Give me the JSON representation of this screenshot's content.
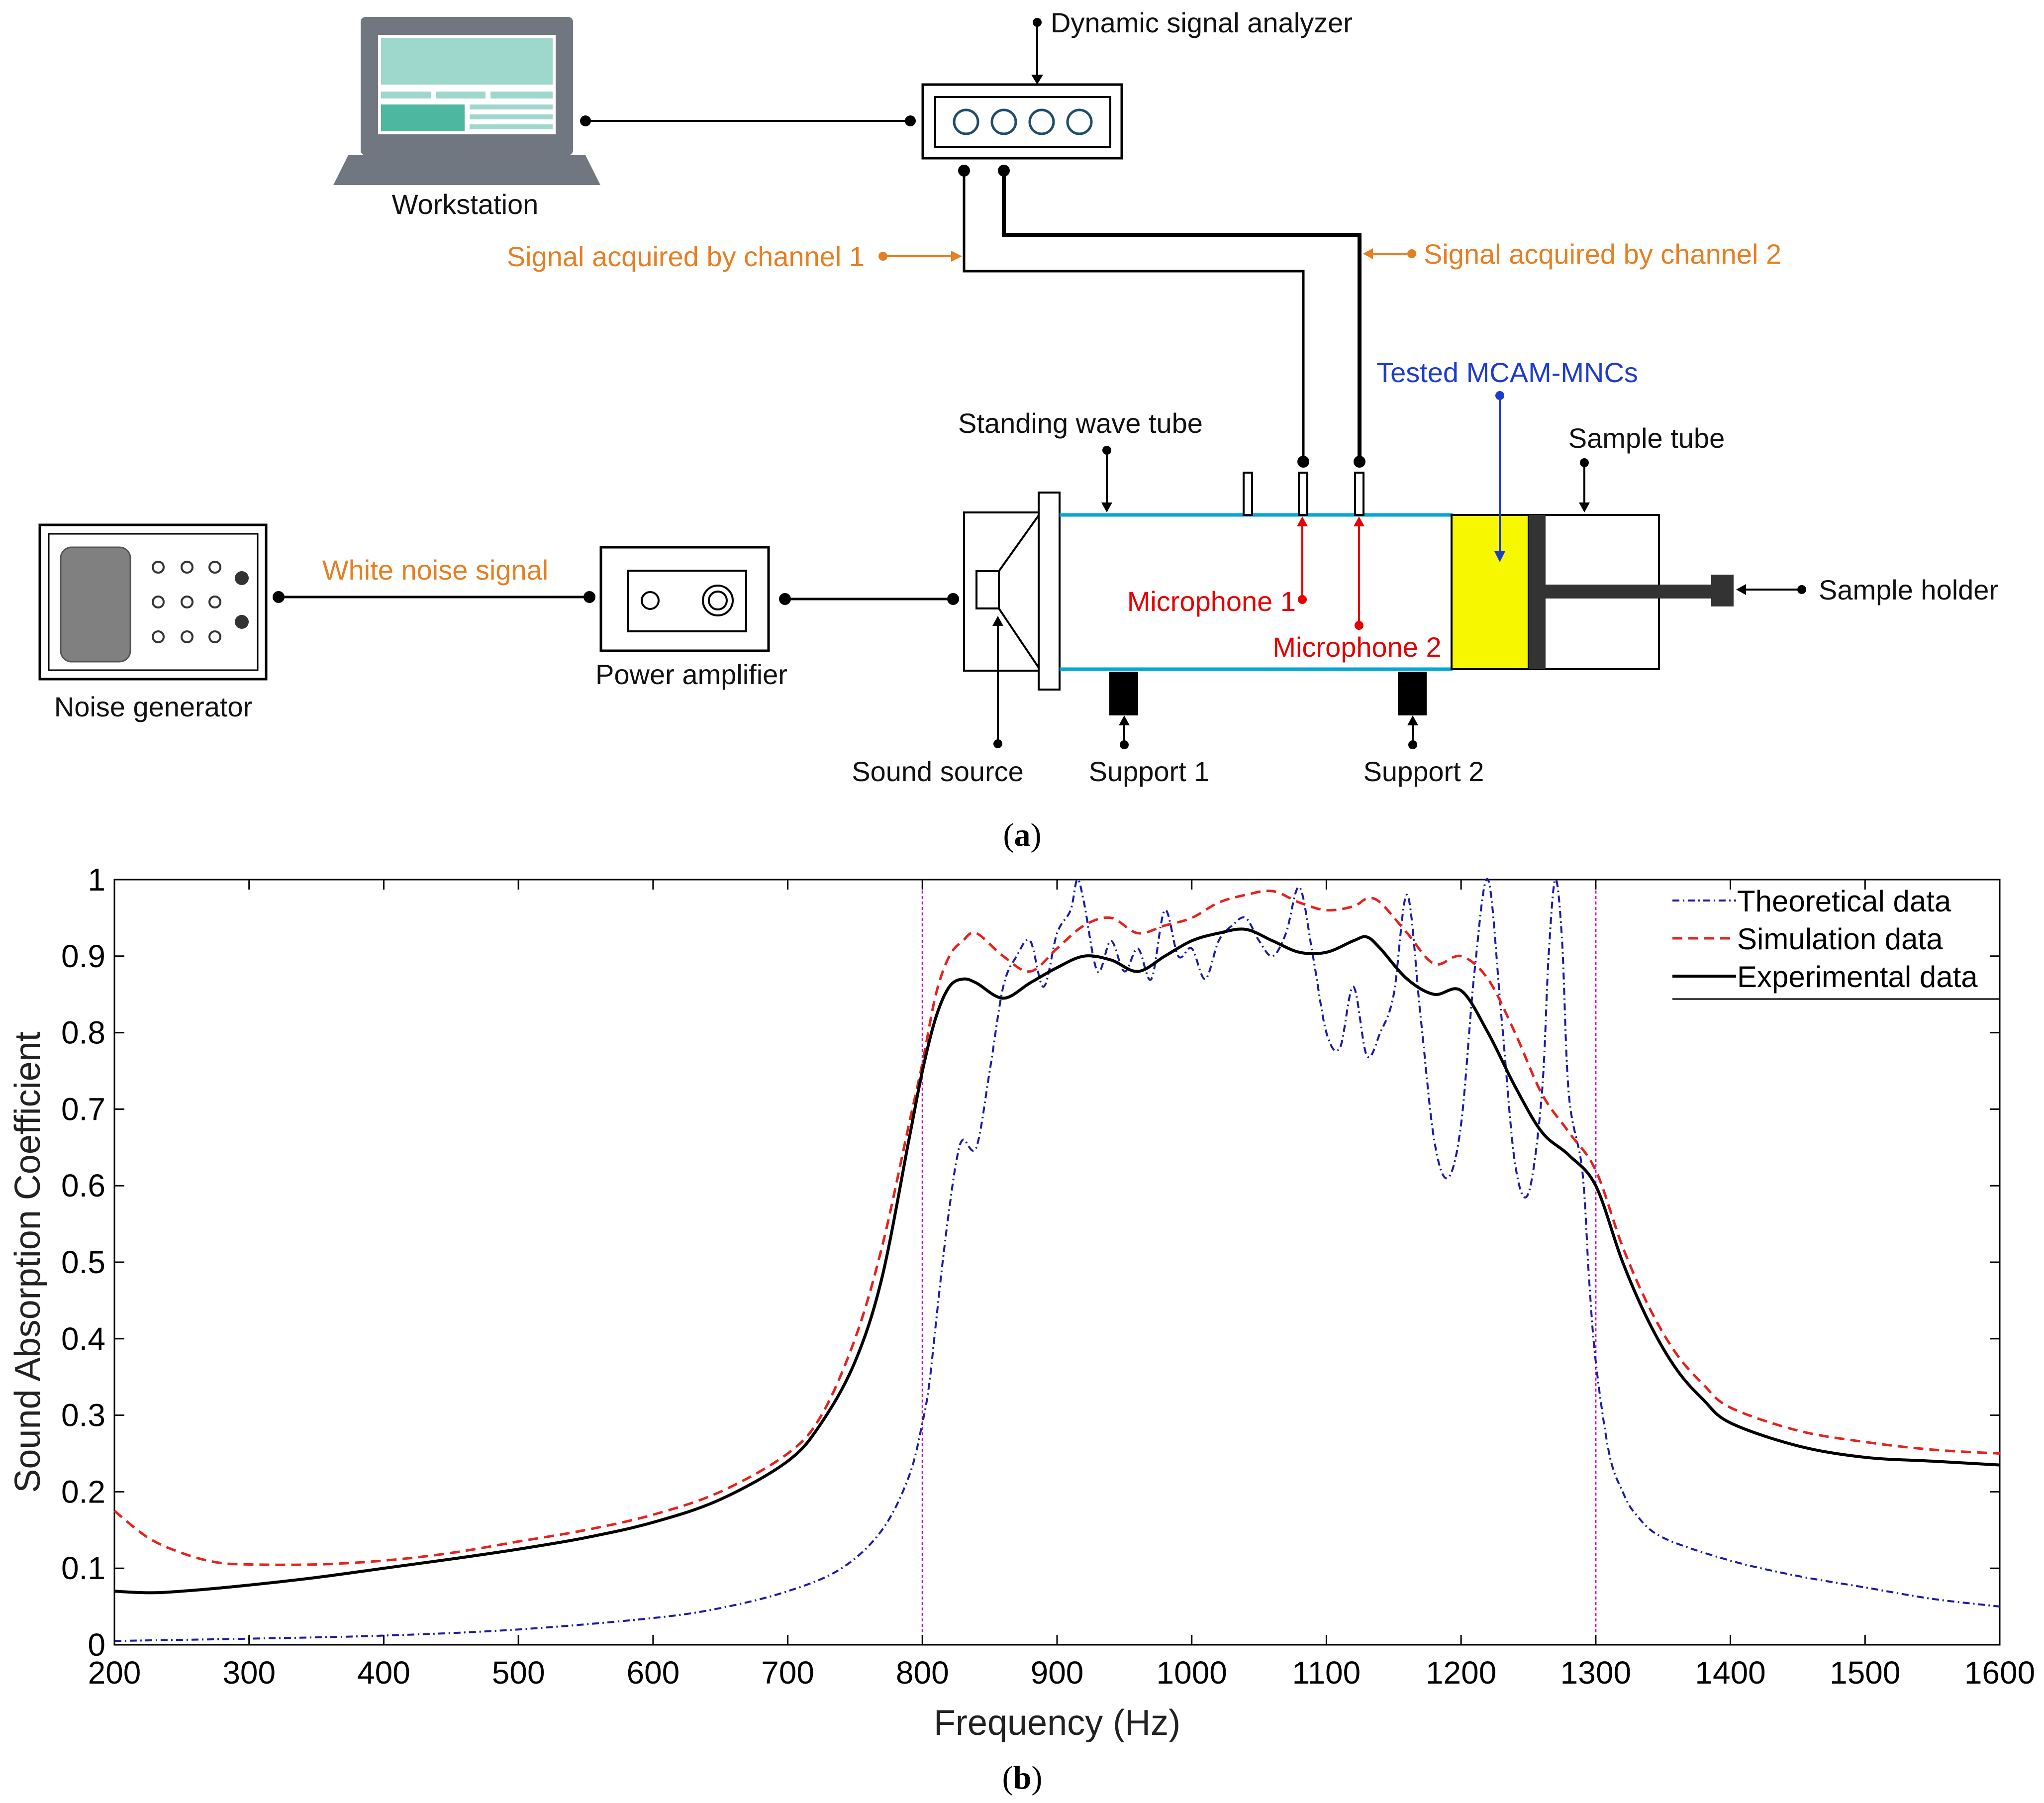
{
  "diagram": {
    "dynamic_signal_analyzer": "Dynamic signal analyzer",
    "workstation": "Workstation",
    "signal_channel_1": "Signal acquired by channel 1",
    "signal_channel_2": "Signal acquired by channel 2",
    "tested_sample": "Tested MCAM-MNCs",
    "standing_wave_tube": "Standing wave tube",
    "sample_tube": "Sample tube",
    "sample_holder": "Sample holder",
    "white_noise_signal": "White noise signal",
    "noise_generator": "Noise generator",
    "power_amplifier": "Power amplifier",
    "microphone_1": "Microphone 1",
    "microphone_2": "Microphone 2",
    "sound_source": "Sound source",
    "support_1": "Support 1",
    "support_2": "Support 2",
    "caption_open": "(",
    "caption_letter": "a",
    "caption_close": ")"
  },
  "chart_caption": {
    "open": "(",
    "letter": "b",
    "close": ")"
  },
  "colors": {
    "theoretical": "#1a1aa8",
    "simulation": "#e8211d",
    "experimental": "#000000",
    "marker_lines": "#cc00cc",
    "tube_lines": "#00a7d8",
    "sample_fill": "#f7f700",
    "orange_text": "#e67e22"
  },
  "chart_data": {
    "type": "line",
    "xlabel": "Frequency (Hz)",
    "ylabel": "Sound Absorption Coefficient",
    "xlim": [
      200,
      1600
    ],
    "ylim": [
      0,
      1
    ],
    "xticks": [
      200,
      300,
      400,
      500,
      600,
      700,
      800,
      900,
      1000,
      1100,
      1200,
      1300,
      1400,
      1500,
      1600
    ],
    "yticks": [
      0,
      0.1,
      0.2,
      0.3,
      0.4,
      0.5,
      0.6,
      0.7,
      0.8,
      0.9,
      1
    ],
    "ytick_labels": [
      "0",
      "0.1",
      "0.2",
      "0.3",
      "0.4",
      "0.5",
      "0.6",
      "0.7",
      "0.8",
      "0.9",
      "1"
    ],
    "grid": false,
    "legend_position": "top-right",
    "reference_lines_x": [
      800,
      1300
    ],
    "series": [
      {
        "name": "Theoretical data",
        "style": "dash-dot",
        "x": [
          200,
          300,
          400,
          500,
          600,
          650,
          700,
          740,
          770,
          790,
          800,
          805,
          810,
          815,
          820,
          825,
          830,
          840,
          850,
          860,
          870,
          880,
          890,
          900,
          910,
          915,
          920,
          930,
          940,
          950,
          960,
          970,
          980,
          990,
          1000,
          1010,
          1020,
          1030,
          1040,
          1050,
          1060,
          1070,
          1080,
          1090,
          1100,
          1110,
          1120,
          1130,
          1140,
          1150,
          1160,
          1170,
          1180,
          1190,
          1200,
          1210,
          1220,
          1230,
          1240,
          1250,
          1260,
          1265,
          1270,
          1275,
          1280,
          1290,
          1295,
          1300,
          1310,
          1320,
          1330,
          1350,
          1400,
          1450,
          1500,
          1550,
          1600
        ],
        "values": [
          0.005,
          0.008,
          0.012,
          0.02,
          0.035,
          0.048,
          0.07,
          0.1,
          0.15,
          0.22,
          0.29,
          0.34,
          0.42,
          0.5,
          0.57,
          0.63,
          0.66,
          0.65,
          0.75,
          0.86,
          0.9,
          0.92,
          0.86,
          0.93,
          0.96,
          1.0,
          0.97,
          0.88,
          0.92,
          0.88,
          0.91,
          0.87,
          0.96,
          0.9,
          0.91,
          0.87,
          0.92,
          0.94,
          0.95,
          0.92,
          0.9,
          0.93,
          0.99,
          0.9,
          0.8,
          0.78,
          0.86,
          0.77,
          0.8,
          0.85,
          0.98,
          0.82,
          0.66,
          0.61,
          0.68,
          0.88,
          1.0,
          0.82,
          0.63,
          0.59,
          0.72,
          0.9,
          1.0,
          0.92,
          0.72,
          0.62,
          0.48,
          0.37,
          0.25,
          0.2,
          0.17,
          0.14,
          0.11,
          0.09,
          0.075,
          0.06,
          0.05
        ]
      },
      {
        "name": "Simulation data",
        "style": "dashed",
        "x": [
          200,
          225,
          250,
          275,
          300,
          350,
          400,
          450,
          500,
          550,
          600,
          650,
          700,
          725,
          750,
          770,
          790,
          800,
          810,
          820,
          830,
          840,
          860,
          880,
          900,
          920,
          940,
          960,
          980,
          1000,
          1020,
          1040,
          1060,
          1080,
          1100,
          1120,
          1130,
          1140,
          1160,
          1180,
          1200,
          1220,
          1240,
          1260,
          1280,
          1300,
          1320,
          1340,
          1360,
          1380,
          1400,
          1450,
          1500,
          1550,
          1600
        ],
        "values": [
          0.175,
          0.14,
          0.12,
          0.108,
          0.105,
          0.105,
          0.11,
          0.12,
          0.135,
          0.15,
          0.17,
          0.2,
          0.25,
          0.3,
          0.4,
          0.52,
          0.68,
          0.76,
          0.85,
          0.9,
          0.92,
          0.93,
          0.9,
          0.88,
          0.91,
          0.94,
          0.95,
          0.93,
          0.94,
          0.95,
          0.97,
          0.98,
          0.985,
          0.97,
          0.96,
          0.965,
          0.975,
          0.97,
          0.93,
          0.89,
          0.9,
          0.87,
          0.8,
          0.72,
          0.67,
          0.62,
          0.52,
          0.44,
          0.38,
          0.34,
          0.31,
          0.28,
          0.265,
          0.255,
          0.25
        ]
      },
      {
        "name": "Experimental data",
        "style": "solid",
        "x": [
          200,
          225,
          250,
          300,
          350,
          400,
          450,
          500,
          550,
          600,
          650,
          700,
          725,
          750,
          770,
          790,
          800,
          810,
          820,
          830,
          840,
          860,
          880,
          900,
          920,
          940,
          960,
          980,
          1000,
          1020,
          1040,
          1060,
          1080,
          1100,
          1120,
          1130,
          1140,
          1160,
          1180,
          1200,
          1220,
          1240,
          1260,
          1280,
          1300,
          1320,
          1340,
          1360,
          1380,
          1400,
          1450,
          1500,
          1550,
          1600
        ],
        "values": [
          0.07,
          0.068,
          0.07,
          0.078,
          0.088,
          0.1,
          0.112,
          0.125,
          0.14,
          0.16,
          0.19,
          0.24,
          0.29,
          0.37,
          0.48,
          0.66,
          0.75,
          0.82,
          0.86,
          0.87,
          0.865,
          0.845,
          0.865,
          0.885,
          0.9,
          0.895,
          0.88,
          0.9,
          0.92,
          0.93,
          0.935,
          0.92,
          0.905,
          0.905,
          0.92,
          0.925,
          0.91,
          0.87,
          0.85,
          0.855,
          0.8,
          0.73,
          0.67,
          0.64,
          0.6,
          0.5,
          0.42,
          0.36,
          0.32,
          0.29,
          0.26,
          0.245,
          0.24,
          0.235
        ]
      }
    ]
  }
}
